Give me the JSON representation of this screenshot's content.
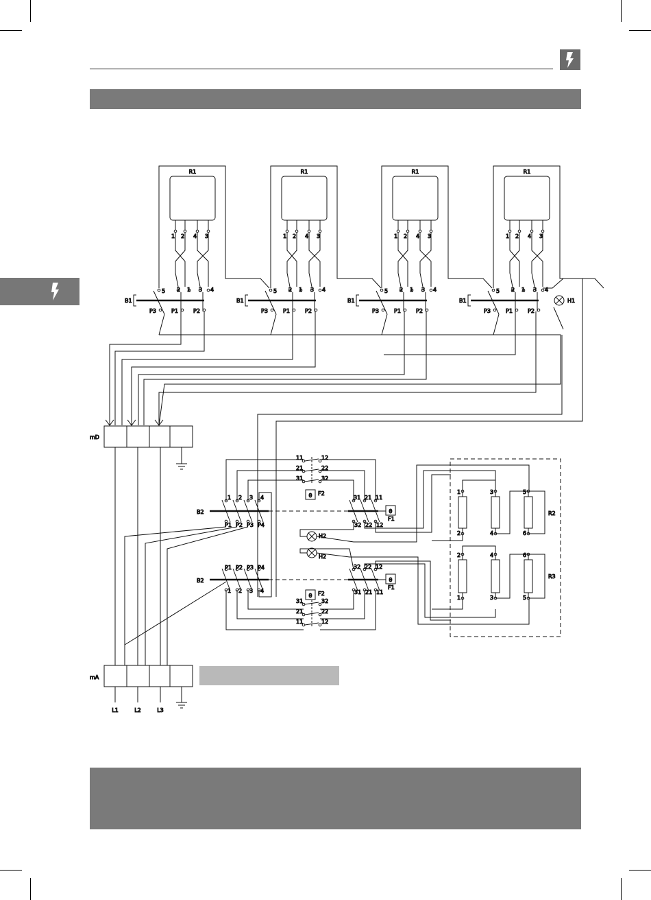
{
  "labels": {
    "r1": "R1",
    "b1": "B1",
    "b2": "B2",
    "p1": "P1",
    "p2": "P2",
    "p3": "P3",
    "p4": "P4",
    "h1": "H1",
    "h2": "H2",
    "f1": "F1",
    "f2": "F2",
    "r2": "R2",
    "r3": "R3",
    "md": "mD",
    "ma": "mA",
    "l1": "L1",
    "l2": "L2",
    "l3": "L3",
    "theta": "θ",
    "n1": "1",
    "n2": "2",
    "n3": "3",
    "n4": "4",
    "n5": "5",
    "n6": "6",
    "n11": "11",
    "n12": "12",
    "n21": "21",
    "n22": "22",
    "n31": "31",
    "n32": "32"
  },
  "icons": {
    "header": "lightning-bolt-icon",
    "side_tab": "lightning-bolt-icon"
  },
  "colors": {
    "bar": "#7a7a7a",
    "icon_box": "#6b6b6b",
    "label_box": "#b9b9b9"
  }
}
